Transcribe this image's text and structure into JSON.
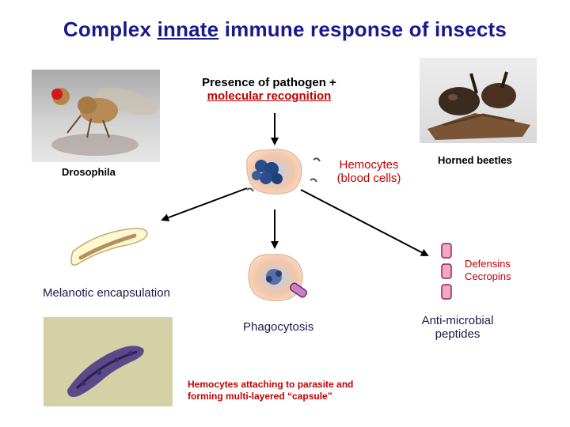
{
  "title": {
    "prefix": "Complex ",
    "underlined": "innate",
    "suffix": " immune response of insects"
  },
  "recognition": {
    "line1": "Presence of pathogen +",
    "line2": "molecular recognition"
  },
  "labels": {
    "drosophila": "Drosophila",
    "hemocytes_line1": "Hemocytes",
    "hemocytes_line2": "(blood cells)",
    "horned_beetles": "Horned beetles",
    "defensins": "Defensins",
    "cecropins": "Cecropins",
    "melanotic": "Melanotic encapsulation",
    "phagocytosis": "Phagocytosis",
    "antimicrobial_line1": "Anti-microbial",
    "antimicrobial_line2": "peptides",
    "capsule_line1": "Hemocytes attaching to parasite and",
    "capsule_line2": "forming multi-layered “capsule”"
  },
  "colors": {
    "title": "#1a1a8c",
    "accent_red": "#c00000",
    "cell_blue": "#2a4f8f",
    "peptide_pink": "#e070a0",
    "arrow": "#000000"
  }
}
